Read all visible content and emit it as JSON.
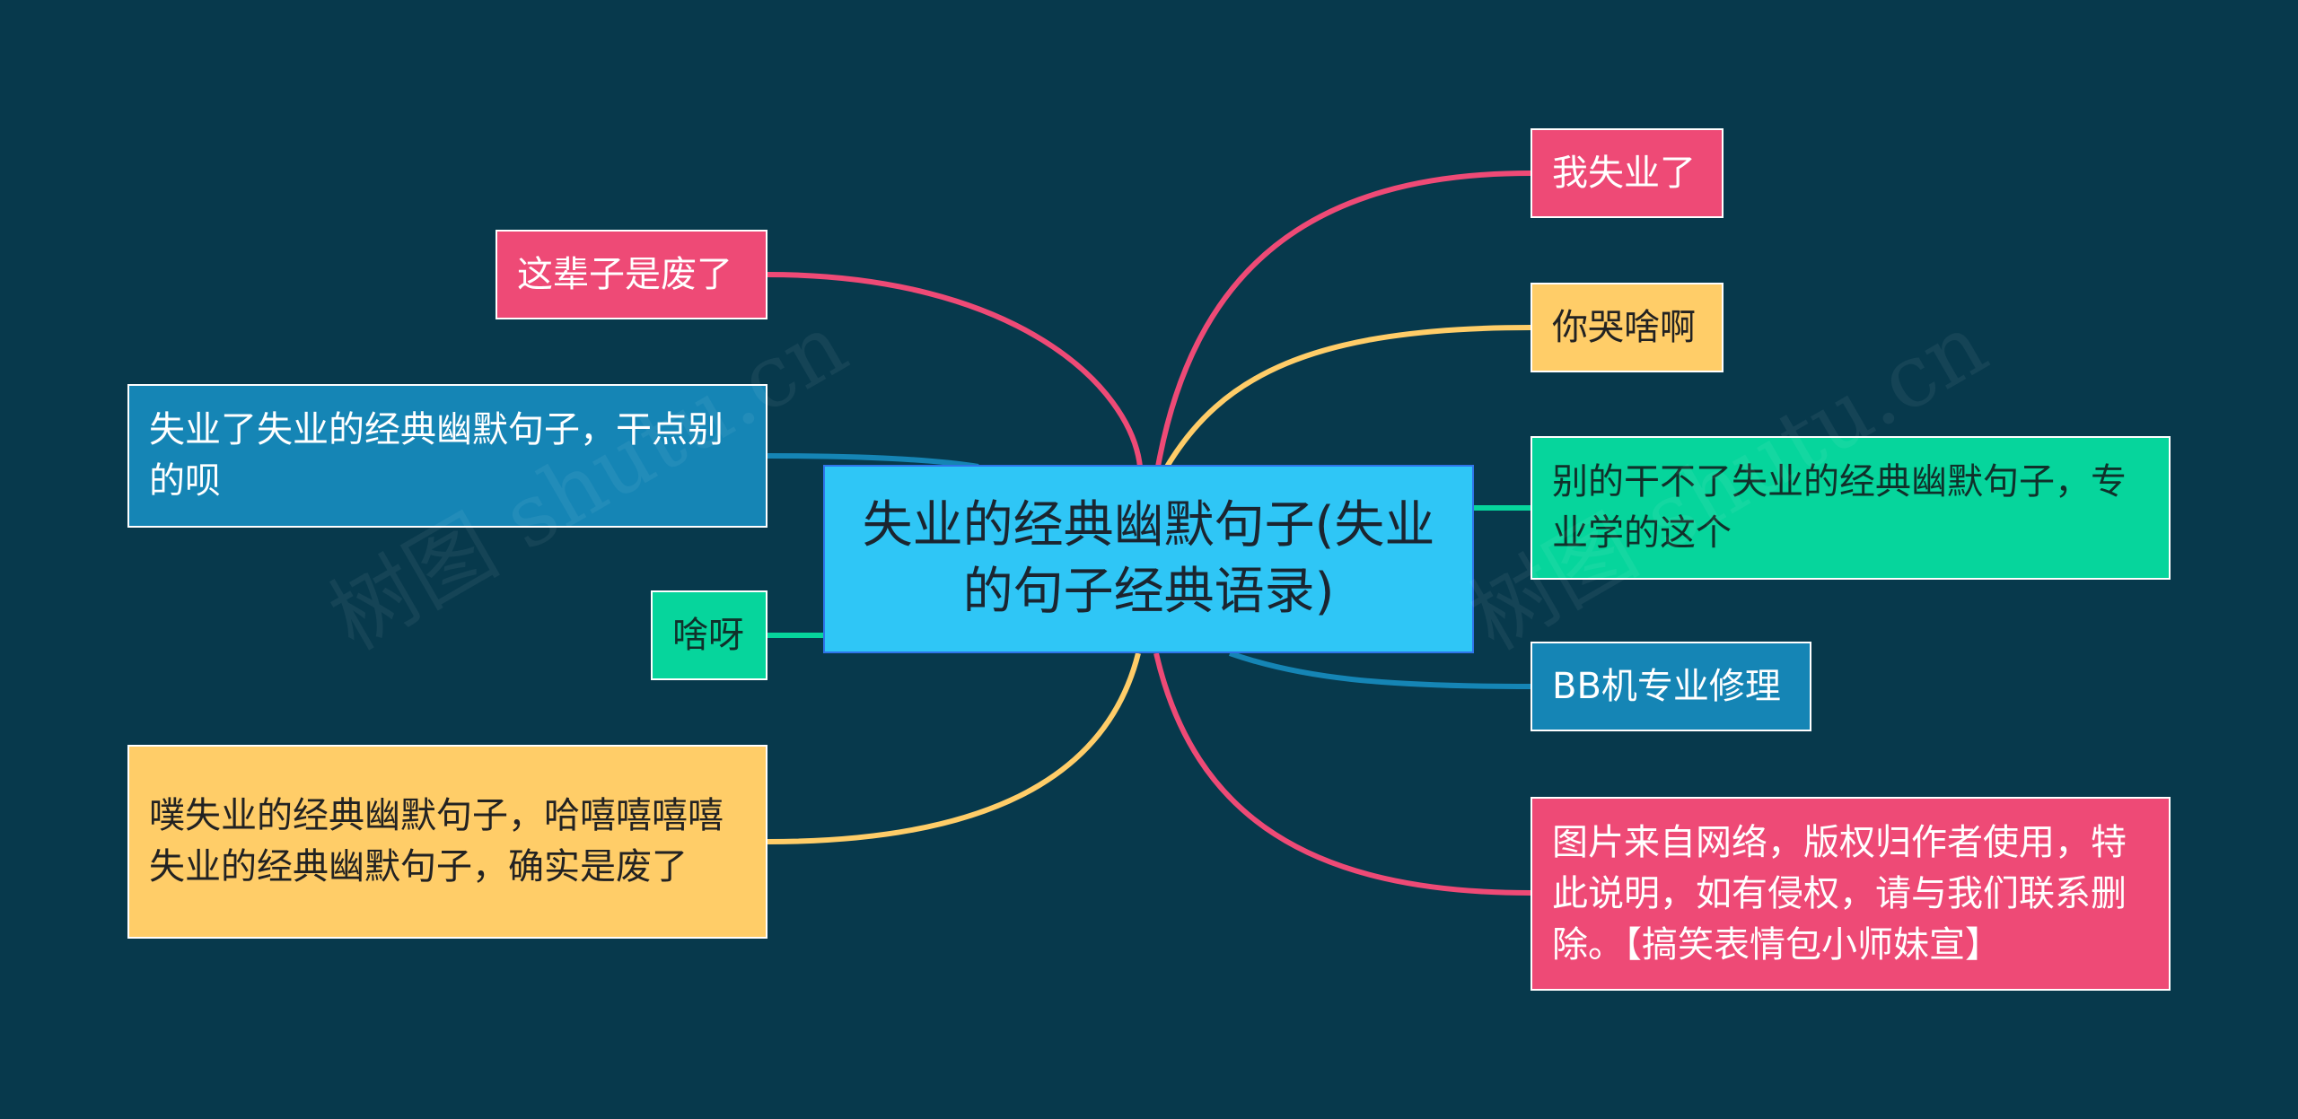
{
  "center": {
    "label": "失业的经典幽默句子(失业的句子经典语录)"
  },
  "nodes": {
    "left_1": {
      "label": "这辈子是废了"
    },
    "left_2": {
      "label": "失业了失业的经典幽默句子，干点别的呗"
    },
    "left_3": {
      "label": "啥呀"
    },
    "left_4": {
      "label": "噗失业的经典幽默句子，哈嘻嘻嘻嘻失业的经典幽默句子，确实是废了"
    },
    "right_1": {
      "label": "我失业了"
    },
    "right_2": {
      "label": "你哭啥啊"
    },
    "right_3": {
      "label": "别的干不了失业的经典幽默句子，专业学的这个"
    },
    "right_4": {
      "label": "BB机专业修理"
    },
    "right_5": {
      "label": "图片来自网络，版权归作者使用，特此说明，如有侵权，请与我们联系删除。【搞笑表情包小师妹宣】"
    }
  },
  "colors": {
    "background": "#07394c",
    "pink": "#ee4a76",
    "yellow": "#ffcd68",
    "blue": "#1585b5",
    "green": "#06d59c",
    "center": "#2fc6f6"
  },
  "watermark": {
    "left": "树图 shutu.cn",
    "right": "树图 shutu.cn"
  }
}
